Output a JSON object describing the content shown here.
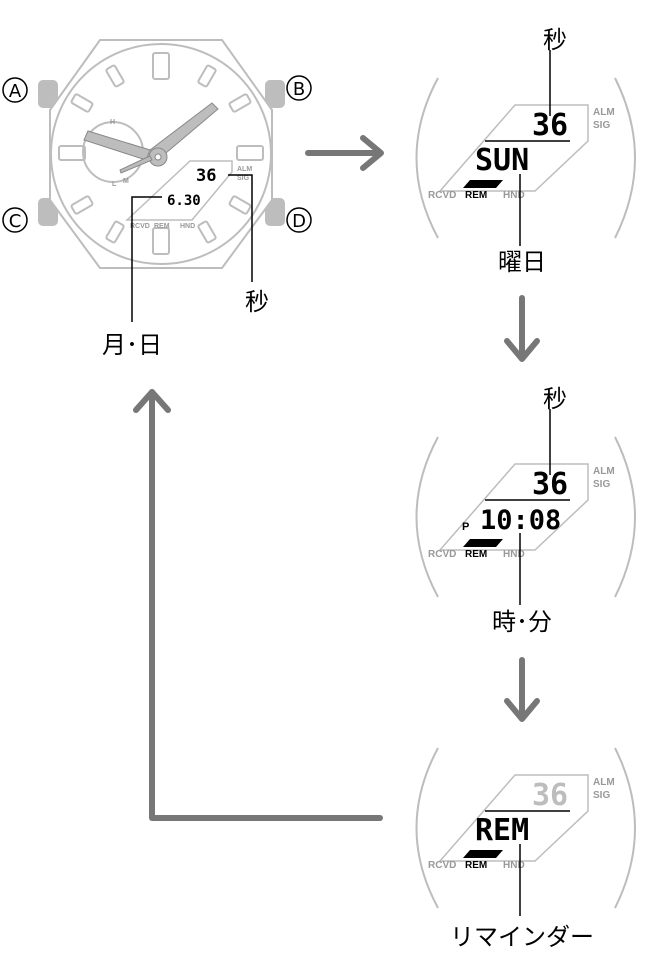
{
  "buttons": {
    "a": "A",
    "b": "B",
    "c": "C",
    "d": "D"
  },
  "watch": {
    "seconds": "36",
    "date": "6.30",
    "alm": "ALM",
    "sig": "SIG",
    "rcvd": "RCVD",
    "rem": "REM",
    "hnd": "HND",
    "subdial_h": "H",
    "subdial_l": "L",
    "subdial_m": "M"
  },
  "labels": {
    "watch_seconds": "秒",
    "month_day": "月･日",
    "weekday": "曜日",
    "hour_min": "時･分",
    "reminder": "リマインダー"
  },
  "screens": [
    {
      "name": "weekday",
      "seconds": "36",
      "main": "SUN",
      "prefix": "",
      "seconds_dim": false,
      "sec_label": "秒"
    },
    {
      "name": "time",
      "seconds": "36",
      "main": "10:08",
      "prefix": "P",
      "seconds_dim": false,
      "sec_label": "秒"
    },
    {
      "name": "reminder",
      "seconds": "36",
      "main": "REM",
      "prefix": "",
      "seconds_dim": true,
      "sec_label": ""
    }
  ],
  "indicators": {
    "alm": "ALM",
    "sig": "SIG",
    "rcvd": "RCVD",
    "rem": "REM",
    "hnd": "HND"
  },
  "colors": {
    "gray": "#bdbdbd",
    "arrow": "#777777",
    "line": "#000000"
  }
}
